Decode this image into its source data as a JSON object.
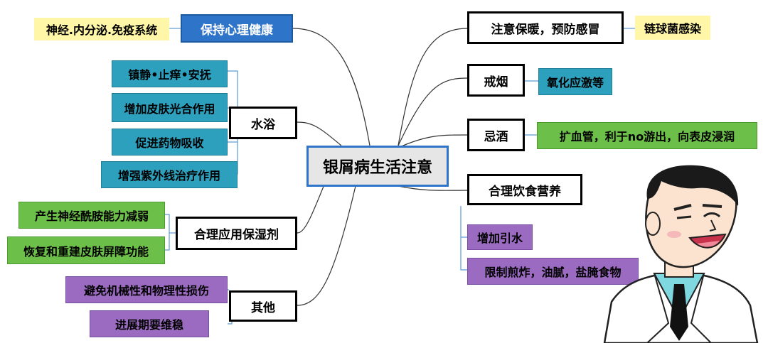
{
  "center": "银屑病生活注意",
  "left": {
    "mental": {
      "label": "保持心理健康",
      "note": "神经.内分泌.免疫系统"
    },
    "bath": {
      "label": "水浴",
      "items": [
        "镇静•止痒•安抚",
        "增加皮肤光合作用",
        "促进药物吸收",
        "增强紫外线治疗作用"
      ]
    },
    "moisturizer": {
      "label": "合理应用保湿剂",
      "items": [
        "产生神经酰胺能力减弱",
        "恢复和重建皮肤屏障功能"
      ]
    },
    "other": {
      "label": "其他",
      "items": [
        "避免机械性和物理性损伤",
        "进展期要维稳"
      ]
    }
  },
  "right": {
    "warm": {
      "label": "注意保暖，预防感冒",
      "note": "链球菌感染"
    },
    "smoke": {
      "label": "戒烟",
      "note": "氧化应激等"
    },
    "alcohol": {
      "label": "忌酒",
      "note": "扩血管，利于no游出，向表皮浸润"
    },
    "diet": {
      "label": "合理饮食营养",
      "items": [
        "增加引水",
        "限制煎炸，油腻，盐腌食物"
      ]
    }
  },
  "colors": {
    "blue": "#2E74C8",
    "teal": "#2DA0BE",
    "green": "#6CC04A",
    "purple": "#9B6BC2",
    "yellow": "#FFF6A8",
    "center_bg": "#E6E6E6"
  }
}
